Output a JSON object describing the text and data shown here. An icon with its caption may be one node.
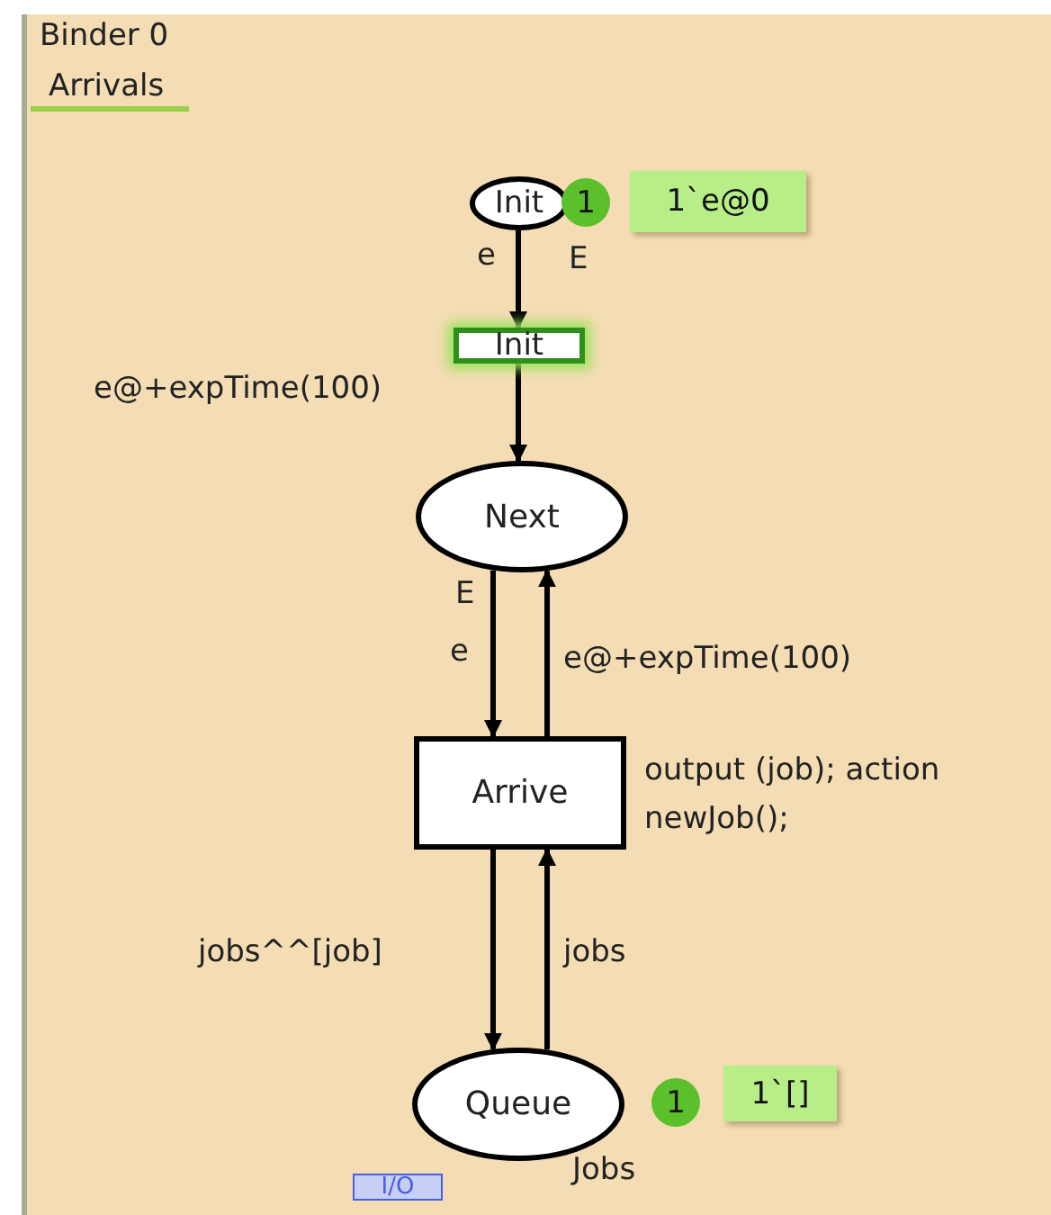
{
  "diagram": {
    "title": "Binder 0",
    "nodes": [
      {
        "text": [
          "Init"
        ],
        "beside": [
          "E"
        ]
      },
      {
        "text": [
          "Init"
        ]
      },
      {
        "text": [
          "Next"
        ],
        "beside": [
          "E"
        ]
      },
      {
        "text": [
          "Arrive"
        ],
        "beside": [
          "output (job); action newJob();"
        ]
      },
      {
        "text": [
          "Queue"
        ],
        "beside": [
          "Jobs"
        ]
      },
      {
        "text": [
          "1"
        ]
      },
      {
        "text": [
          "1`e@0"
        ]
      },
      {
        "text": [
          "1"
        ]
      },
      {
        "text": [
          "1`[]"
        ]
      },
      {
        "text": [
          "I/O"
        ]
      }
    ],
    "edges": [
      {
        "from": 0,
        "to": 1,
        "arrow": "to",
        "label": "e"
      },
      {
        "from": 1,
        "to": 2,
        "arrow": "to",
        "label": "e@+expTime(100)"
      },
      {
        "from": 2,
        "to": 3,
        "arrow": "to",
        "label": "e"
      },
      {
        "from": 3,
        "to": 2,
        "arrow": "to",
        "label": "e@+expTime(100)"
      },
      {
        "from": 3,
        "to": 4,
        "arrow": "to",
        "label": "jobs^^[job]"
      },
      {
        "from": 4,
        "to": 3,
        "arrow": "to",
        "label": "jobs"
      }
    ],
    "labels": [
      "Arrivals"
    ]
  }
}
